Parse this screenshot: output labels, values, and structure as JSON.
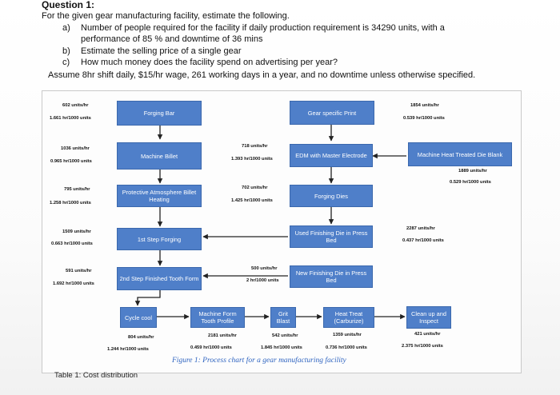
{
  "question": {
    "title": "Question 1:",
    "intro": "For the given gear manufacturing facility, estimate the following.",
    "a_marker": "a)",
    "a_line1": "Number of people required for the facility if daily production requirement is 34290 units, with a",
    "a_line2": "performance of 85 % and downtime of 36 mins",
    "b_marker": "b)",
    "b_text": "Estimate the selling price of a single gear",
    "c_marker": "c)",
    "c_text": "How much money does the facility spend on advertising per year?",
    "assumption": "Assume 8hr shift daily, $15/hr wage, 261 working days in a year, and no downtime unless otherwise specified."
  },
  "process": {
    "boxes": {
      "forging_bar": "Forging Bar",
      "gear_print": "Gear specific Print",
      "machine_billet": "Machine Billet",
      "edm": "EDM with Master Electrode",
      "heat_treated_blank": "Machine Heat Treated Die Blank",
      "protective": "Protective Atmosphere Billet Heating",
      "forging_dies": "Forging Dies",
      "step1": "1st Step Forging",
      "used_die": "Used Finishing Die in Press Bed",
      "step2": "2nd Step Finished Tooth Form",
      "new_die": "New Finishing Die in Press Bed",
      "cycle_cool": "Cycle cool",
      "machine_form": "Machine Form Tooth Profile",
      "grit_blast": "Grit Blast",
      "heat_treat": "Heat Treat (Carburize)",
      "clean_up": "Clean up and Inspect"
    },
    "labels": {
      "fb_rate": "602 units/hr",
      "fb_cost": "1.661 hr/1000 units",
      "gp_rate": "1854 units/hr",
      "gp_cost": "0.539 hr/1000 units",
      "mb_rate": "1036 units/hr",
      "mb_cost": "0.965 hr/1000 units",
      "edm_rate": "718 units/hr",
      "edm_cost": "1.393 hr/1000 units",
      "htb_rate": "1889 units/hr",
      "htb_cost": "0.529 hr/1000 units",
      "pa_rate": "795 units/hr",
      "pa_cost": "1.258 hr/1000 units",
      "fd_rate": "702 units/hr",
      "fd_cost": "1.425 hr/1000 units",
      "s1_rate": "1509 units/hr",
      "s1_cost": "0.663 hr/1000 units",
      "ud_rate": "2287 units/hr",
      "ud_cost": "0.437 hr/1000 units",
      "s2_rate": "591 units/hr",
      "s2_cost": "1.692 hr/1000 units",
      "nd_rate": "500 units/hr",
      "nd_cost": "2 hr/1000 units",
      "cc_rate": "804 units/hr",
      "cc_cost": "1.244 hr/1000 units",
      "mf_rate": "2181 units/hr",
      "mf_cost": "0.459 hr/1000 units",
      "gb_rate": "542 units/hr",
      "gb_cost": "1.845 hr/1000 units",
      "ht_rate": "1359 units/hr",
      "ht_cost": "0.736 hr/1000 units",
      "cu_rate": "421 units/hr",
      "cu_cost": "2.375 hr/1000 units"
    },
    "caption": "Figure 1: Process chart for a gear manufacturing facility"
  },
  "table_caption": "Table 1: Cost distribution",
  "colors": {
    "box": "#4f7fc9",
    "caption": "#2f64c0",
    "arrow": "#222222"
  }
}
